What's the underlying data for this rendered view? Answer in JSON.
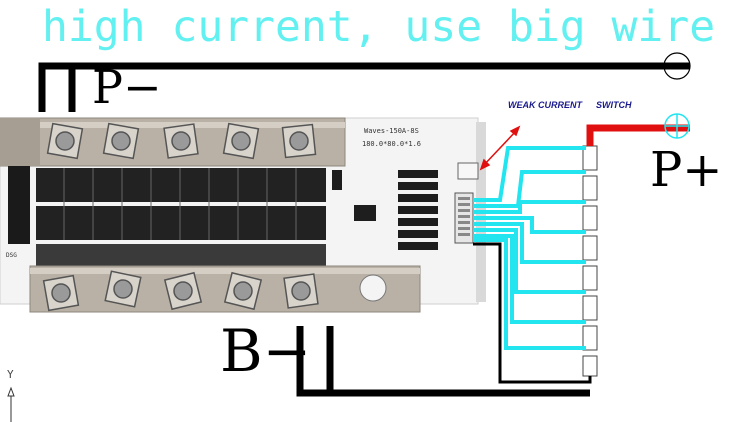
{
  "title": "high current, use big wire",
  "labels": {
    "p_minus": "P−",
    "p_plus": "P+",
    "b_minus": "B−",
    "weak_current": "WEAK CURRENT",
    "switch": "SWITCH"
  },
  "board": {
    "model": "Waves-150A-8S",
    "size": "180.0*80.0*1.6",
    "dsg": "DSG"
  },
  "axis_marker": "Y",
  "colors": {
    "title": "#63f0f0",
    "sense_wire": "#22e5f0",
    "positive_wire": "#e01010",
    "power_wire": "#000000",
    "annotation": "#1a1a8c"
  }
}
